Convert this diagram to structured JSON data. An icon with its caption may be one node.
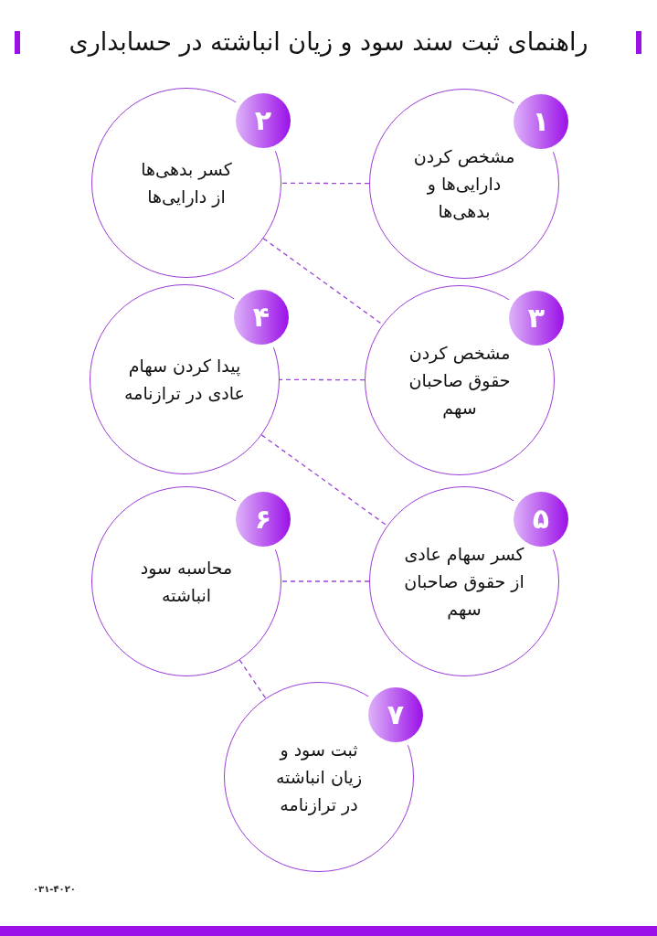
{
  "diagram": {
    "title": "راهنمای ثبت سند سود و زیان انباشته در حسابداری",
    "nodes": [
      {
        "text": [
          "۱",
          "مشخص کردن دارایی‌ها و بدهی‌ها"
        ]
      },
      {
        "text": [
          "۲",
          "کسر بدهی‌ها از دارایی‌ها"
        ]
      },
      {
        "text": [
          "۳",
          "مشخص کردن حقوق صاحبان سهم"
        ]
      },
      {
        "text": [
          "۴",
          "پیدا کردن سهام عادی در ترازنامه"
        ]
      },
      {
        "text": [
          "۵",
          "کسر سهام عادی از حقوق صاحبان سهم"
        ]
      },
      {
        "text": [
          "۶",
          "محاسبه سود انباشته"
        ]
      },
      {
        "text": [
          "۷",
          "ثبت سود و زیان انباشته در ترازنامه"
        ]
      }
    ],
    "edges": [
      {
        "from": 0,
        "to": 1,
        "arrow": "none",
        "style": "dashed"
      },
      {
        "from": 1,
        "to": 2,
        "arrow": "none",
        "style": "dashed"
      },
      {
        "from": 2,
        "to": 3,
        "arrow": "none",
        "style": "dashed"
      },
      {
        "from": 3,
        "to": 4,
        "arrow": "none",
        "style": "dashed"
      },
      {
        "from": 4,
        "to": 5,
        "arrow": "none",
        "style": "dashed"
      },
      {
        "from": 5,
        "to": 6,
        "arrow": "none",
        "style": "dashed"
      }
    ],
    "labels": [
      "۰۳۱-۴۰۲۰"
    ]
  }
}
